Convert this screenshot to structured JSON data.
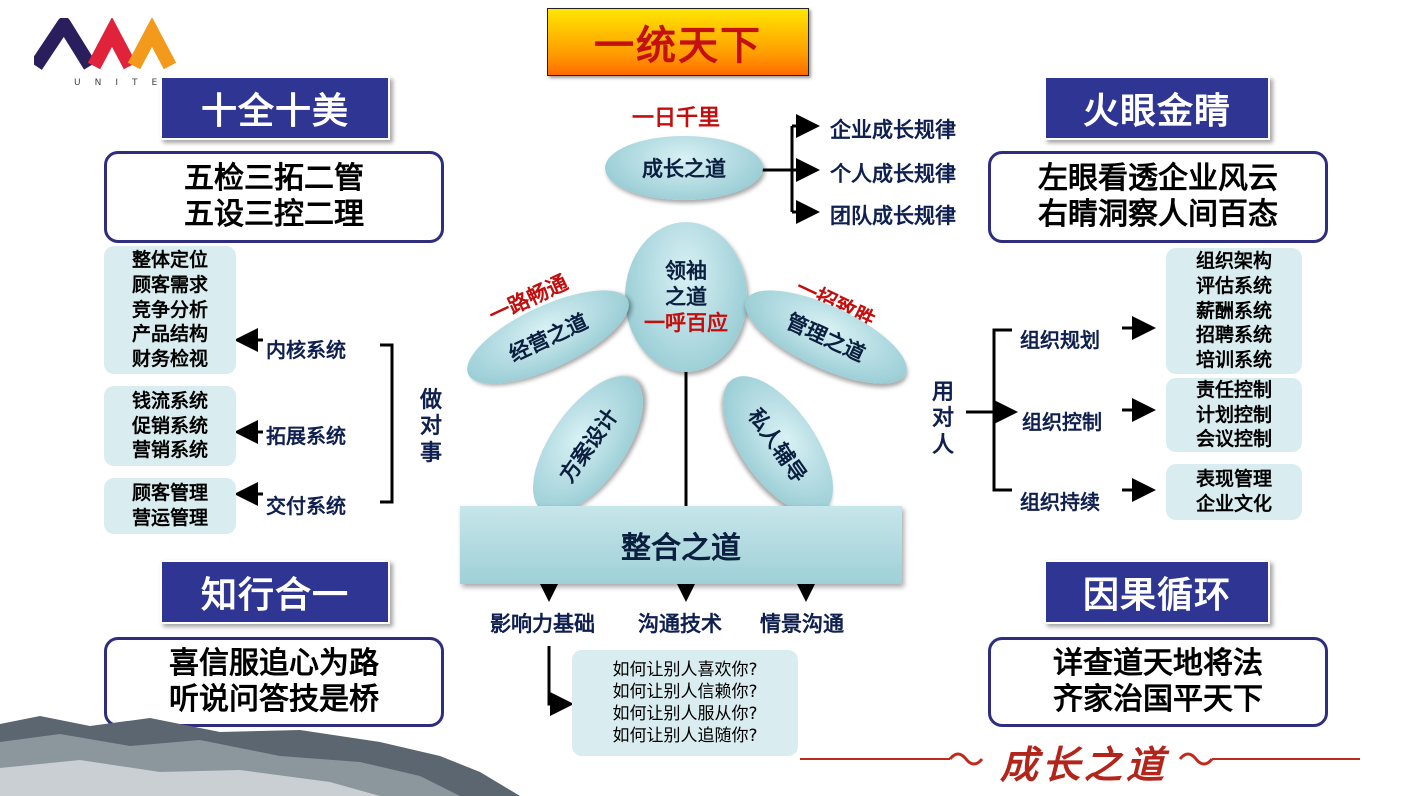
{
  "brand": {
    "logo_text": "UNITE"
  },
  "title": "一统天下",
  "tags": {
    "top_left": "十全十美",
    "top_right": "火眼金睛",
    "bottom_left": "知行合一",
    "bottom_right": "因果循环"
  },
  "boxes": {
    "top_left": [
      "五检三拓二管",
      "五设三控二理"
    ],
    "top_right": [
      "左眼看透企业风云",
      "右睛洞察人间百态"
    ],
    "bottom_left": [
      "喜信服追心为路",
      "听说问答技是桥"
    ],
    "bottom_right": [
      "详查道天地将法",
      "齐家治国平天下"
    ]
  },
  "left_side": {
    "vertical_label": [
      "做",
      "对",
      "事"
    ],
    "systems": [
      {
        "label": "内核系统",
        "items": [
          "整体定位",
          "顾客需求",
          "竞争分析",
          "产品结构",
          "财务检视"
        ]
      },
      {
        "label": "拓展系统",
        "items": [
          "钱流系统",
          "促销系统",
          "营销系统"
        ]
      },
      {
        "label": "交付系统",
        "items": [
          "顾客管理",
          "营运管理"
        ]
      }
    ]
  },
  "right_side": {
    "vertical_label": [
      "用",
      "对",
      "人"
    ],
    "systems": [
      {
        "label": "组织规划",
        "items": [
          "组织架构",
          "评估系统",
          "薪酬系统",
          "招聘系统",
          "培训系统"
        ]
      },
      {
        "label": "组织控制",
        "items": [
          "责任控制",
          "计划控制",
          "会议控制"
        ]
      },
      {
        "label": "组织持续",
        "items": [
          "表现管理",
          "企业文化"
        ]
      }
    ]
  },
  "center": {
    "growth": {
      "caption": "一日千里",
      "label": "成长之道",
      "branches": [
        "企业成长规律",
        "个人成长规律",
        "团队成长规律"
      ]
    },
    "leader": {
      "lines": [
        "领袖",
        "之道"
      ],
      "red": "一呼百应"
    },
    "operate": {
      "caption": "一路畅通",
      "label": "经营之道"
    },
    "manage": {
      "caption": "一招致胜",
      "label": "管理之道"
    },
    "plan": "方案设计",
    "coach": "私人辅导",
    "integrate": "整合之道",
    "bases": [
      "影响力基础",
      "沟通技术",
      "情景沟通"
    ],
    "questions": [
      "如何让别人喜欢你?",
      "如何让别人信赖你?",
      "如何让别人服从你?",
      "如何让别人追随你?"
    ]
  },
  "footer_calligraphy": "成长之道"
}
